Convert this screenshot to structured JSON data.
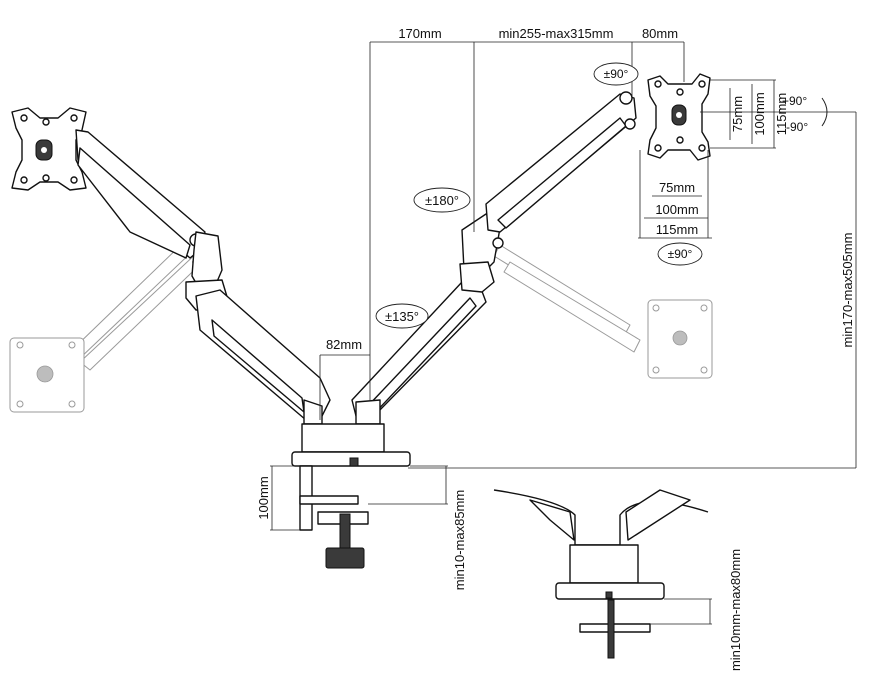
{
  "labels": {
    "top_offset": "170mm",
    "arm_reach": "min255-max315mm",
    "plate_offset": "80mm",
    "center_gap": "82mm",
    "vesa_75_h": "75mm",
    "vesa_100_h": "100mm",
    "vesa_115_h": "115mm",
    "vesa_75_w": "75mm",
    "vesa_100_w": "100mm",
    "vesa_115_w": "115mm",
    "height_range": "min170-max505mm",
    "clamp_height": "100mm",
    "clamp_range": "min10-max85mm",
    "grommet_range": "min10mm-max80mm"
  },
  "rotations": {
    "tilt_top": "±90°",
    "swivel_arm": "±180°",
    "swivel_lower": "±135°",
    "pivot_bottom": "±90°",
    "tilt_up": "+90°",
    "tilt_down": "-90°"
  }
}
